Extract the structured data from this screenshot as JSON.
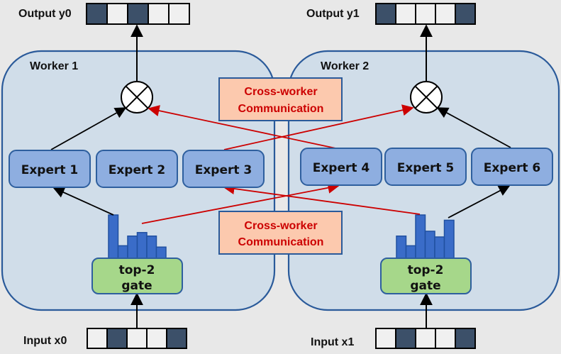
{
  "colors": {
    "background": "#e8e8e8",
    "worker_fill": "#d0dde9",
    "worker_stroke": "#2a5a9a",
    "expert_fill": "#8eaee0",
    "expert_stroke": "#2e5f9e",
    "gate_fill": "#a6d78a",
    "bar_fill": "#3a6cc8",
    "comm_fill": "#fcc9ae",
    "comm_text": "#cc0000",
    "cross_arrow": "#cc0000",
    "cell_dark": "#3c5069",
    "cell_light": "#f0f0f0"
  },
  "workers": [
    {
      "label": "Worker 1",
      "output_label": "Output y0",
      "output_cells": [
        1,
        0,
        1,
        0,
        0
      ],
      "input_label": "Input x0",
      "input_cells": [
        0,
        1,
        0,
        0,
        1
      ],
      "experts": [
        "Expert 1",
        "Expert 2",
        "Expert 3"
      ],
      "gate_label_line1": "top-2",
      "gate_label_line2": "gate",
      "gate_bars": [
        1.0,
        0.3,
        0.52,
        0.6,
        0.52,
        0.27
      ]
    },
    {
      "label": "Worker 2",
      "output_label": "Output y1",
      "output_cells": [
        1,
        0,
        0,
        0,
        1
      ],
      "input_label": "Input x1",
      "input_cells": [
        0,
        1,
        0,
        0,
        1
      ],
      "experts": [
        "Expert 4",
        "Expert 5",
        "Expert 6"
      ],
      "gate_label_line1": "top-2",
      "gate_label_line2": "gate",
      "gate_bars": [
        0.52,
        0.3,
        1.0,
        0.63,
        0.5,
        0.88
      ]
    }
  ],
  "communication": [
    {
      "line1": "Cross-worker",
      "line2": "Communication"
    },
    {
      "line1": "Cross-worker",
      "line2": "Communication"
    }
  ],
  "combine_icon": "circle-times-icon"
}
